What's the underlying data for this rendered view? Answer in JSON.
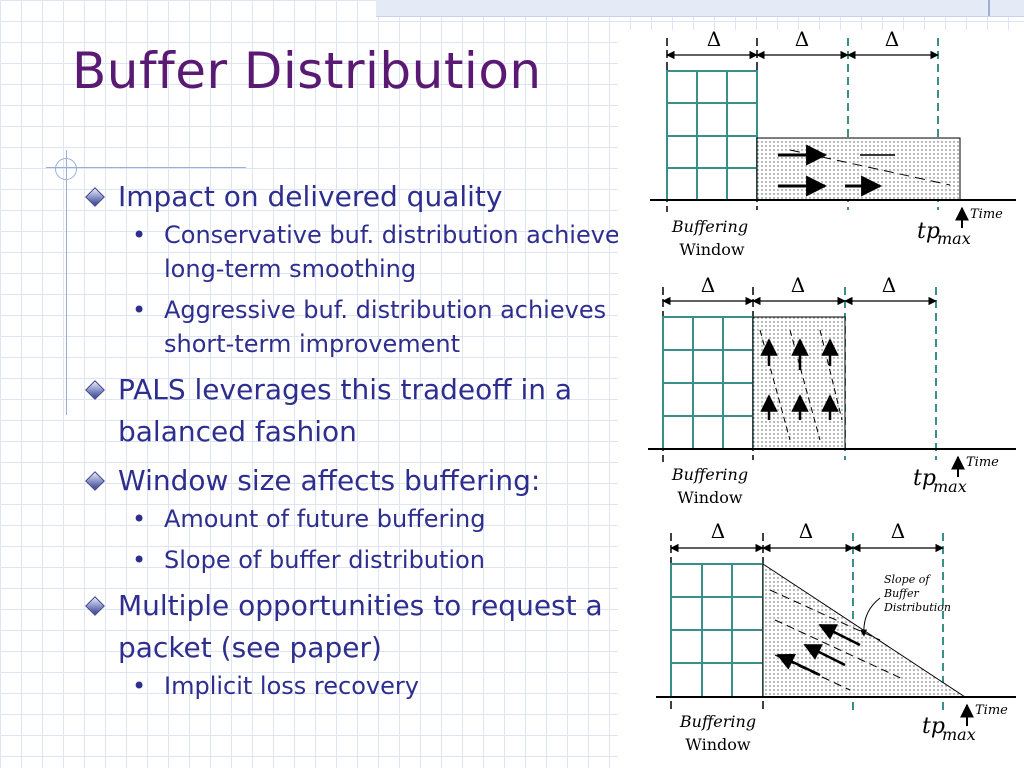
{
  "slide": {
    "title": "Buffer Distribution",
    "bullets": [
      {
        "text": "Impact on delivered quality",
        "sub": [
          "Conservative buf. distribution achieves long-term smoothing",
          "Aggressive buf. distribution achieves short-term improvement"
        ]
      },
      {
        "text": "PALS leverages this tradeoff in a balanced fashion",
        "sub": []
      },
      {
        "text": "Window size affects buffering:",
        "sub": [
          "Amount of future buffering",
          "Slope of buffer distribution"
        ]
      },
      {
        "text": "Multiple opportunities to request a packet (see paper)",
        "sub": [
          "Implicit loss recovery"
        ]
      }
    ],
    "sub_bullet_glyph": "•"
  },
  "diagrams": {
    "delta": "Δ",
    "buffering_label": [
      "Buffering",
      "Window"
    ],
    "tp": "tp",
    "max": "max",
    "time": "Time",
    "slope_label": [
      "Slope of",
      "Buffer",
      "Distribution"
    ],
    "teal": "#3a8f8a"
  }
}
